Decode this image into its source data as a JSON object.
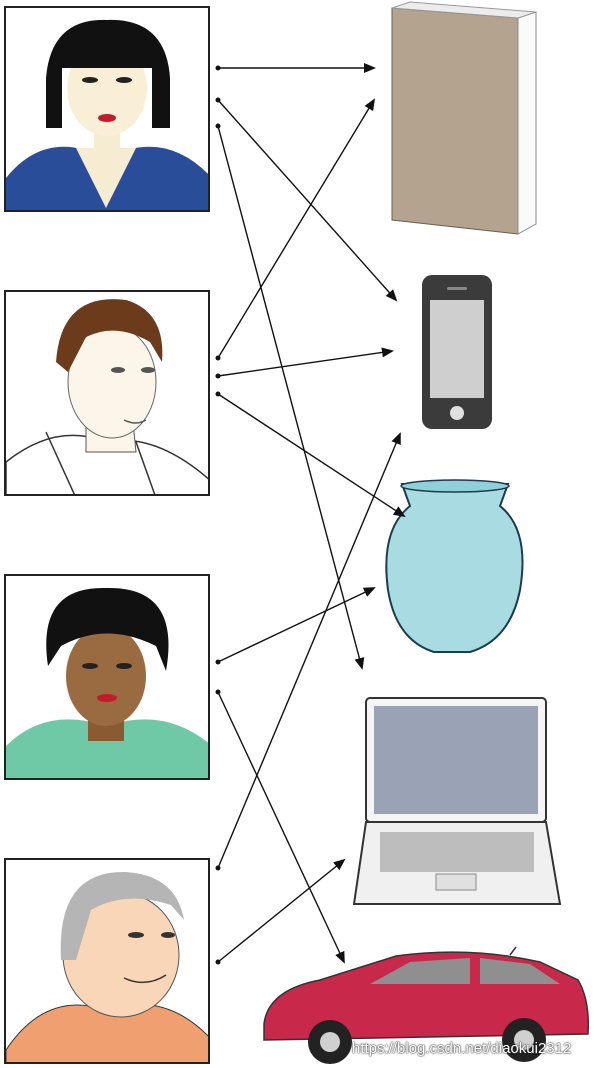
{
  "people": [
    {
      "id": "person-1",
      "name": "woman with black bob hair",
      "icon": "person-portrait"
    },
    {
      "id": "person-2",
      "name": "man with brown hair",
      "icon": "person-portrait"
    },
    {
      "id": "person-3",
      "name": "woman with curly hair",
      "icon": "person-portrait"
    },
    {
      "id": "person-4",
      "name": "older man with gray hair",
      "icon": "person-portrait"
    }
  ],
  "items": [
    {
      "id": "book",
      "icon": "book-icon"
    },
    {
      "id": "phone",
      "icon": "smartphone-icon"
    },
    {
      "id": "vase",
      "icon": "vase-icon"
    },
    {
      "id": "laptop",
      "icon": "laptop-icon"
    },
    {
      "id": "car",
      "icon": "car-icon"
    }
  ],
  "links": [
    {
      "from": "person-1",
      "to": "book"
    },
    {
      "from": "person-1",
      "to": "phone"
    },
    {
      "from": "person-1",
      "to": "laptop"
    },
    {
      "from": "person-2",
      "to": "book"
    },
    {
      "from": "person-2",
      "to": "phone"
    },
    {
      "from": "person-2",
      "to": "vase"
    },
    {
      "from": "person-3",
      "to": "vase"
    },
    {
      "from": "person-3",
      "to": "car"
    },
    {
      "from": "person-4",
      "to": "phone"
    },
    {
      "from": "person-4",
      "to": "laptop"
    }
  ],
  "watermark": "https://blog.csdn.net/diaokui2312",
  "colors": {
    "arrow": "#111111",
    "frame": "#222222",
    "car": "#c8294a",
    "vase": "#a9dbe3",
    "book": "#b4a48f"
  }
}
